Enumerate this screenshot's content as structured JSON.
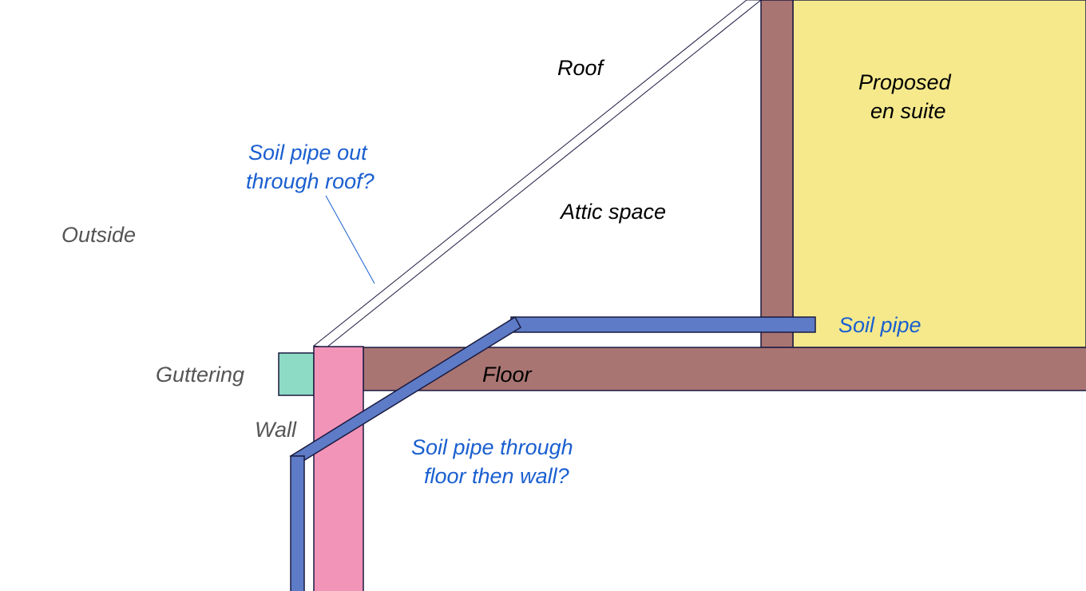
{
  "colors": {
    "wall_brown": "#a97572",
    "en_suite_yellow": "#f5e98c",
    "wall_pink": "#f293b8",
    "guttering_green": "#8edbc5",
    "pipe_blue": "#5d7bc6",
    "outline": "#1a1a40",
    "annotation_blue": "#1a5fd0"
  },
  "labels": {
    "roof": "Roof",
    "proposed_line1": "Proposed",
    "proposed_line2": "en suite",
    "soil_out_line1": "Soil pipe out",
    "soil_out_line2": "through roof?",
    "attic": "Attic space",
    "outside": "Outside",
    "soil_pipe": "Soil pipe",
    "guttering": "Guttering",
    "floor": "Floor",
    "wall": "Wall",
    "soil_through_line1": "Soil pipe through",
    "soil_through_line2": "floor then wall?"
  }
}
